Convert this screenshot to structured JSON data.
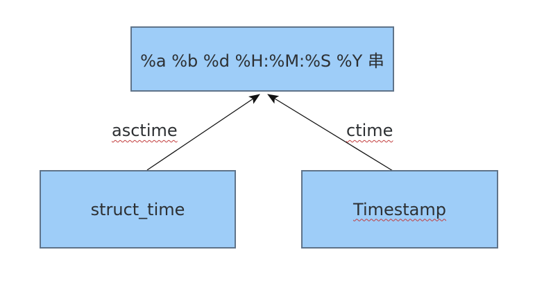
{
  "diagram": {
    "format_box": {
      "label": "%a %b %d %H:%M:%S %Y 串"
    },
    "struct_time_box": {
      "label": "struct_time"
    },
    "timestamp_box": {
      "label": "Timestamp"
    },
    "edges": [
      {
        "label": "asctime",
        "from": "struct_time",
        "to": "format_string"
      },
      {
        "label": "ctime",
        "from": "Timestamp",
        "to": "format_string"
      }
    ],
    "colors": {
      "background": "#ffffff",
      "box_fill": "#9ecdf8",
      "box_border": "#5f7389",
      "text": "#2d3033",
      "arrow": "#111111",
      "spellcheck_squiggle": "#c23b3b"
    }
  }
}
